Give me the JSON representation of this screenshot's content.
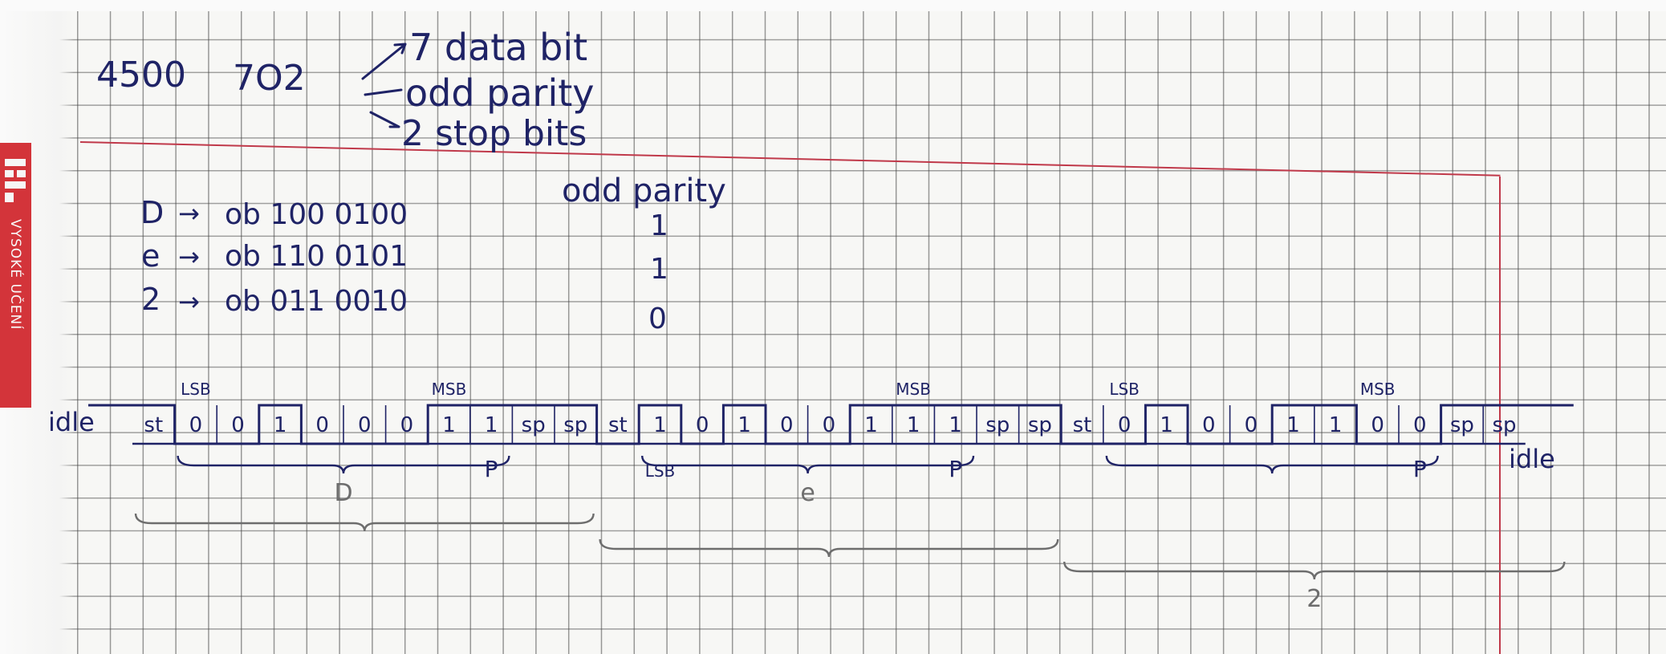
{
  "header": {
    "code_left": "4500",
    "code_right": "7O2",
    "notes": [
      "7 data bit",
      "odd parity",
      "2 stop bits"
    ]
  },
  "parity_heading": "odd parity",
  "encodings": [
    {
      "char": "D",
      "arrow": "→",
      "value": "ob  100  0100",
      "parity": "1"
    },
    {
      "char": "e",
      "arrow": "→",
      "value": "ob  110  0101",
      "parity": "1"
    },
    {
      "char": "2",
      "arrow": "→",
      "value": "ob  011  0010",
      "parity": "0"
    }
  ],
  "frame_labels": {
    "idle_start": "idle",
    "idle_end": "idle"
  },
  "frame": [
    {
      "text": "st",
      "level": 1
    },
    {
      "text": "0",
      "level": 0
    },
    {
      "text": "0",
      "level": 0
    },
    {
      "text": "1",
      "level": 1
    },
    {
      "text": "0",
      "level": 0
    },
    {
      "text": "0",
      "level": 0
    },
    {
      "text": "0",
      "level": 0
    },
    {
      "text": "1",
      "level": 1
    },
    {
      "text": "1",
      "level": 1
    },
    {
      "text": "sp",
      "level": 1
    },
    {
      "text": "sp",
      "level": 1
    },
    {
      "text": "st",
      "level": 0
    },
    {
      "text": "1",
      "level": 1
    },
    {
      "text": "0",
      "level": 0
    },
    {
      "text": "1",
      "level": 1
    },
    {
      "text": "0",
      "level": 0
    },
    {
      "text": "0",
      "level": 0
    },
    {
      "text": "1",
      "level": 1
    },
    {
      "text": "1",
      "level": 1
    },
    {
      "text": "1",
      "level": 1
    },
    {
      "text": "sp",
      "level": 1
    },
    {
      "text": "sp",
      "level": 1
    },
    {
      "text": "st",
      "level": 0
    },
    {
      "text": "0",
      "level": 0
    },
    {
      "text": "1",
      "level": 1
    },
    {
      "text": "0",
      "level": 0
    },
    {
      "text": "0",
      "level": 0
    },
    {
      "text": "1",
      "level": 1
    },
    {
      "text": "1",
      "level": 1
    },
    {
      "text": "0",
      "level": 0
    },
    {
      "text": "0",
      "level": 0
    },
    {
      "text": "sp",
      "level": 1
    },
    {
      "text": "sp",
      "level": 1
    }
  ],
  "bit_marks": [
    {
      "text": "LSB",
      "at": 1,
      "pos": "above"
    },
    {
      "text": "MSB",
      "at": 7,
      "pos": "above"
    },
    {
      "text": "P",
      "at": 8,
      "pos": "below"
    },
    {
      "text": "LSB",
      "at": 12,
      "pos": "below"
    },
    {
      "text": "MSB",
      "at": 18,
      "pos": "above"
    },
    {
      "text": "P",
      "at": 19,
      "pos": "below"
    },
    {
      "text": "LSB",
      "at": 23,
      "pos": "above"
    },
    {
      "text": "MSB",
      "at": 29,
      "pos": "above"
    },
    {
      "text": "P",
      "at": 30,
      "pos": "below"
    }
  ],
  "braces": [
    {
      "label": "D",
      "from": 1,
      "to": 8,
      "row": 1
    },
    {
      "label": "e",
      "from": 12,
      "to": 19,
      "row": 1
    },
    {
      "label": "",
      "from": 23,
      "to": 30,
      "row": 1
    },
    {
      "label": "",
      "from": 0,
      "to": 10,
      "row": 2
    },
    {
      "label": "",
      "from": 11,
      "to": 21,
      "row": 3
    },
    {
      "label": "2",
      "from": 22,
      "to": 33,
      "row": 4
    }
  ],
  "logo": {
    "text": "VYSOKÉ UČENÍ"
  },
  "colors": {
    "ink": "#1f2366",
    "pencil": "#6d6d6d",
    "margin": "#c0394a",
    "logo": "#d3343a"
  }
}
